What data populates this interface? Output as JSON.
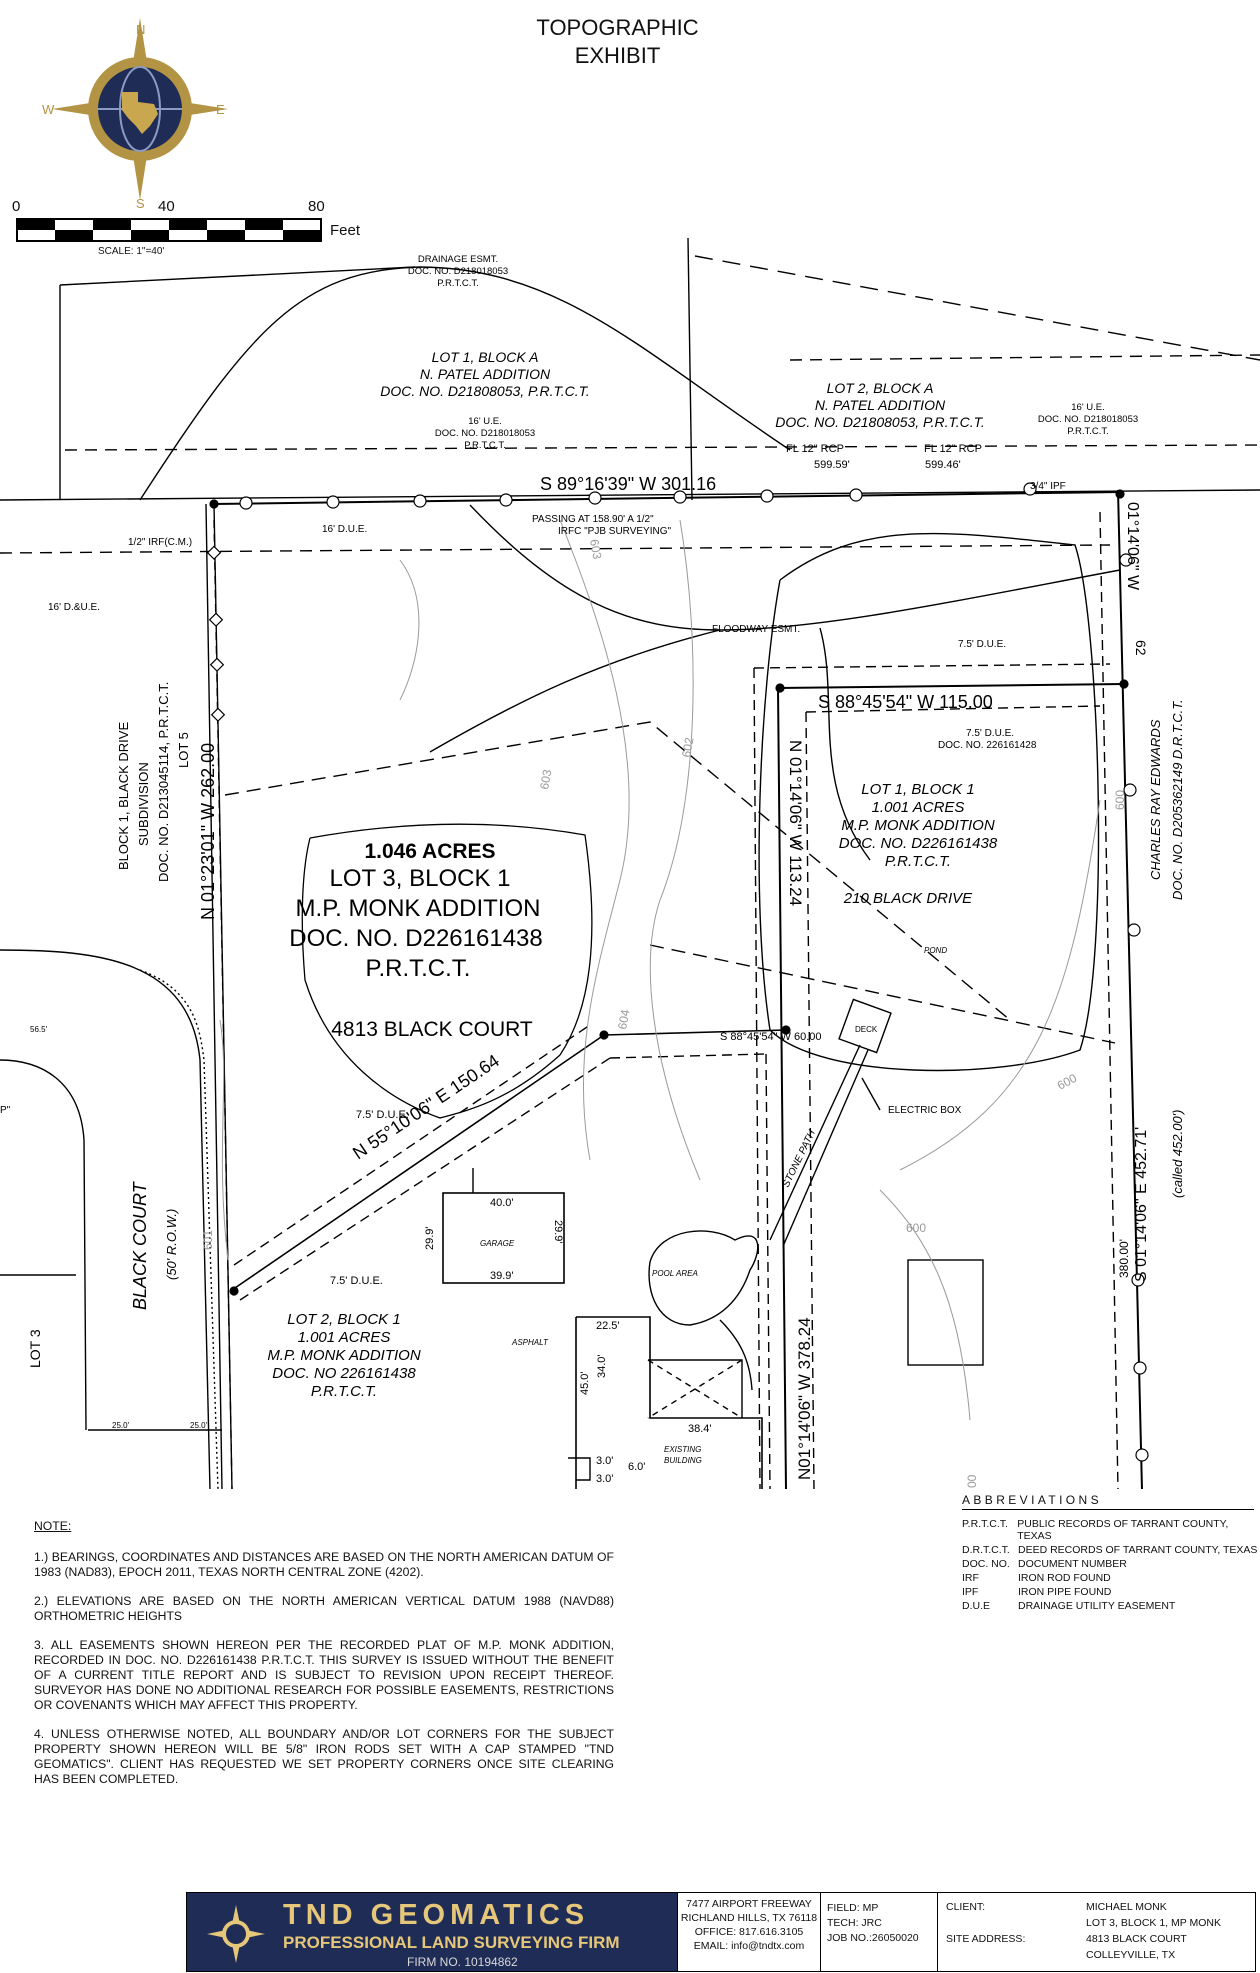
{
  "title": {
    "line1": "TOPOGRAPHIC",
    "line2": "EXHIBIT"
  },
  "compass": {
    "n": "N",
    "s": "S",
    "e": "E",
    "w": "W"
  },
  "scale_bar": {
    "tick0": "0",
    "tick40": "40",
    "tick80": "80",
    "unit": "Feet",
    "scale": "SCALE: 1\"=40'"
  },
  "plan": {
    "drainage_esmt": [
      "DRAINAGE ESMT.",
      "DOC. NO. D218018053",
      "P.R.T.C.T."
    ],
    "lot1_block_a": [
      "LOT 1, BLOCK A",
      "N. PATEL ADDITION",
      "DOC. NO. D21808053, P.R.T.C.T."
    ],
    "lot2_block_a": [
      "LOT 2, BLOCK A",
      "N. PATEL ADDITION",
      "DOC. NO. D21808053, P.R.T.C.T."
    ],
    "ue_left": [
      "16' U.E.",
      "DOC. NO. D218018053",
      "P.R.T.C.T."
    ],
    "ue_right": [
      "16' U.E.",
      "DOC. NO. D218018053",
      "P.R.T.C.T."
    ],
    "fl_rcp_1": [
      "FL 12\" RCP",
      "599.59'"
    ],
    "fl_rcp_2": [
      "FL 12\" RCP",
      "599.46'"
    ],
    "north_bearing": "S  89°16'39\"  W    301.16",
    "ipf": "3/4\" IPF",
    "passing": [
      "PASSING AT 158.90' A 1/2\"",
      "IRFC \"PJB SURVEYING\""
    ],
    "due16": "16' D.U.E.",
    "irf": "1/2\" IRF(C.M.)",
    "due_ue": "16' D.&U.E.",
    "floodway": "FLOODWAY ESMT.",
    "due75_a": "7.5' D.U.E.",
    "due75_b": [
      "7.5' D.U.E.",
      "DOC. NO. 226161428"
    ],
    "inner_bearing": "S  88°45'54\"  W    115.00",
    "west_bearing": "N  01°23'01\"  W    262.00",
    "block1_black_drive": [
      "BLOCK 1, BLACK DRIVE",
      "SUBDIVISION",
      "DOC. NO. D213045114,  P.R.T.C.T."
    ],
    "lot5": "LOT 5",
    "lot3_main": [
      "1.046 ACRES",
      "LOT 3, BLOCK 1",
      "M.P. MONK ADDITION",
      "DOC. NO. D226161438",
      "P.R.T.C.T."
    ],
    "address": "4813 BLACK COURT",
    "lot1_block1": [
      "LOT 1, BLOCK 1",
      "1.001 ACRES",
      "M.P. MONK ADDITION",
      "DOC. NO. D226161438",
      "P.R.T.C.T."
    ],
    "black_drive_210": "210 BLACK DRIVE",
    "pond": "POND",
    "inner_vertical": "N  01°14'06\"  W  113.24",
    "east_owner": [
      "CHARLES RAY EDWARDS",
      "DOC. NO. D205362149 D.R.T.C.T."
    ],
    "east_bearing_top": "01°14'06\"  W",
    "east_bearing": "S  01°14'06\"  E    452.71'",
    "called": "(called 452.00')",
    "dist_380": "380.00'",
    "dist_62": "62",
    "s8845_60": "S  88°45'54\"  W      60.00",
    "diag_bearing": "N  55°10'06\"  E    150.64",
    "due75_c": "7.5' D.U.E.",
    "due75_d": "7.5' D.U.E.",
    "deck": "DECK",
    "electric_box": "ELECTRIC BOX",
    "stone_path": "STONE PATH",
    "garage": "GARAGE",
    "dims": {
      "g_top": "40.0'",
      "g_left": "29.9'",
      "g_right": "29.9'",
      "g_bottom": "39.9'",
      "b1": "22.5'",
      "b2": "34.0'",
      "b3": "45.0'",
      "b4": "38.4'",
      "b5": "3.0'",
      "b6": "3.0'",
      "b7": "6.0'",
      "row_a": "56.5'",
      "row_b": "25.0'",
      "row_c": "25.0'"
    },
    "pool": "POOL AREA",
    "asphalt": "ASPHALT",
    "existing": [
      "EXISTING",
      "BUILDING"
    ],
    "lot2_block1": [
      "LOT 2, BLOCK 1",
      "1.001 ACRES",
      "M.P. MONK ADDITION",
      "DOC. NO 226161438",
      "P.R.T.C.T."
    ],
    "black_court": "BLACK COURT",
    "row50": "(50' R.O.W.)",
    "lot3_left": "LOT 3",
    "long_bearing": "N01°14'06\"  W  378.24",
    "contours": {
      "c603a": "603",
      "c603b": "603",
      "c602": "602",
      "c601": "601",
      "c604": "604",
      "c600a": "600",
      "c600b": "600",
      "c600c": "600",
      "c600d": "00"
    },
    "small_mark": "P\""
  },
  "notes": {
    "title": "NOTE:",
    "items": [
      "1.) BEARINGS, COORDINATES AND DISTANCES ARE BASED ON THE NORTH AMERICAN DATUM OF 1983 (NAD83), EPOCH 2011, TEXAS NORTH CENTRAL ZONE (4202).",
      "2.) ELEVATIONS ARE BASED ON THE NORTH AMERICAN VERTICAL DATUM 1988 (NAVD88) ORTHOMETRIC HEIGHTS",
      "3. ALL EASEMENTS SHOWN HEREON PER THE RECORDED PLAT OF M.P. MONK ADDITION, RECORDED IN DOC. NO. D226161438 P.R.T.C.T.  THIS SURVEY IS ISSUED WITHOUT THE BENEFIT OF A CURRENT TITLE REPORT AND IS SUBJECT TO REVISION UPON RECEIPT THEREOF.  SURVEYOR HAS DONE NO ADDITIONAL RESEARCH FOR POSSIBLE EASEMENTS, RESTRICTIONS OR COVENANTS WHICH MAY AFFECT THIS PROPERTY.",
      "4. UNLESS OTHERWISE NOTED, ALL BOUNDARY AND/OR LOT CORNERS FOR THE SUBJECT PROPERTY SHOWN HEREON WILL BE 5/8\" IRON RODS SET WITH A CAP STAMPED \"TND GEOMATICS\".  CLIENT HAS REQUESTED WE SET PROPERTY CORNERS ONCE SITE CLEARING HAS BEEN COMPLETED."
    ]
  },
  "abbreviations": {
    "title": "ABBREVIATIONS",
    "rows": [
      {
        "k": "P.R.T.C.T.",
        "v": "PUBLIC RECORDS OF TARRANT COUNTY, TEXAS"
      },
      {
        "k": "D.R.T.C.T.",
        "v": "DEED RECORDS OF TARRANT COUNTY, TEXAS"
      },
      {
        "k": "DOC. NO.",
        "v": "DOCUMENT NUMBER"
      },
      {
        "k": "IRF",
        "v": "IRON ROD FOUND"
      },
      {
        "k": "IPF",
        "v": "IRON PIPE FOUND"
      },
      {
        "k": "D.U.E",
        "v": "DRAINAGE UTILITY EASEMENT"
      }
    ]
  },
  "footer": {
    "firm_name": "TND GEOMATICS",
    "firm_sub": "PROFESSIONAL LAND SURVEYING FIRM",
    "firm_no": "FIRM NO. 10194862",
    "office": [
      "7477 AIRPORT FREEWAY",
      "RICHLAND HILLS, TX 76118",
      "OFFICE: 817.616.3105",
      "EMAIL: info@tndtx.com"
    ],
    "field": "FIELD: MP",
    "tech": "TECH: JRC",
    "job": "JOB NO.:26050020",
    "client_label": "CLIENT:",
    "client_value": "MICHAEL MONK",
    "lot_line": "LOT 3, BLOCK 1, MP MONK",
    "site_label": "SITE ADDRESS:",
    "site_line1": "4813 BLACK COURT",
    "site_line2": "COLLEYVILLE, TX"
  },
  "colors": {
    "navy": "#1f2c55",
    "gold": "#b39445",
    "contour": "#9a9a9a"
  }
}
